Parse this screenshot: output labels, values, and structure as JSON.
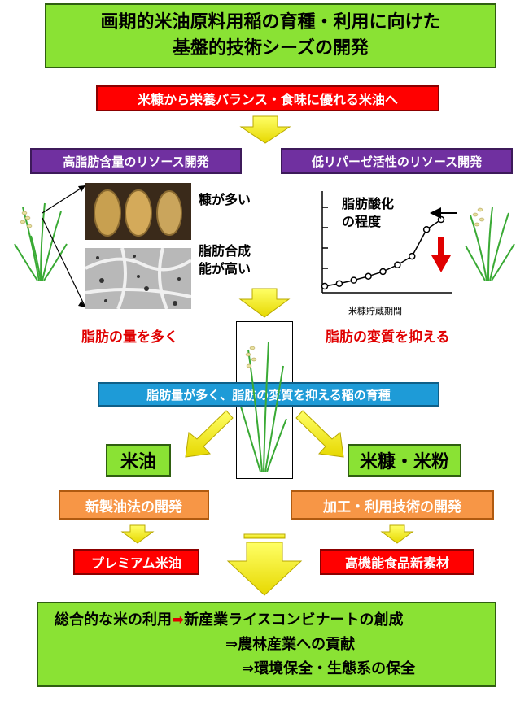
{
  "title": {
    "line1": "画期的米油原料用稲の育種・利用に向けた",
    "line2": "基盤的技術シーズの開発"
  },
  "goal": "米糠から栄養バランス・食味に優れる米油へ",
  "left_resource": "高脂肪含量のリソース開発",
  "right_resource": "低リパーゼ活性のリソース開発",
  "label_bran": "糠が多い",
  "label_synth": {
    "line1": "脂肪合成",
    "line2": "能が高い"
  },
  "graph": {
    "ylabel": {
      "line1": "脂肪酸化",
      "line2": "の程度"
    },
    "xlabel": "米糠貯蔵期間",
    "points": [
      0,
      0.04,
      0.09,
      0.15,
      0.22,
      0.32,
      0.45,
      0.85,
      1.0
    ]
  },
  "left_goal": "脂肪の量を多く",
  "right_goal": "脂肪の変質を抑える",
  "breeding": "脂肪量が多く、脂肪の変質を抑える稲の育種",
  "rice_oil": "米油",
  "bran_flour": "米糠・米粉",
  "new_method": "新製油法の開発",
  "processing": "加工・利用技術の開発",
  "premium": "プレミアム米油",
  "functional": "高機能食品新素材",
  "summary": {
    "line1a": "総合的な米の利用",
    "line1b": "新産業ライスコンビナートの創成",
    "line2": "⇒農林産業への貢献",
    "line3": "⇒環境保全・生態系の保全"
  }
}
